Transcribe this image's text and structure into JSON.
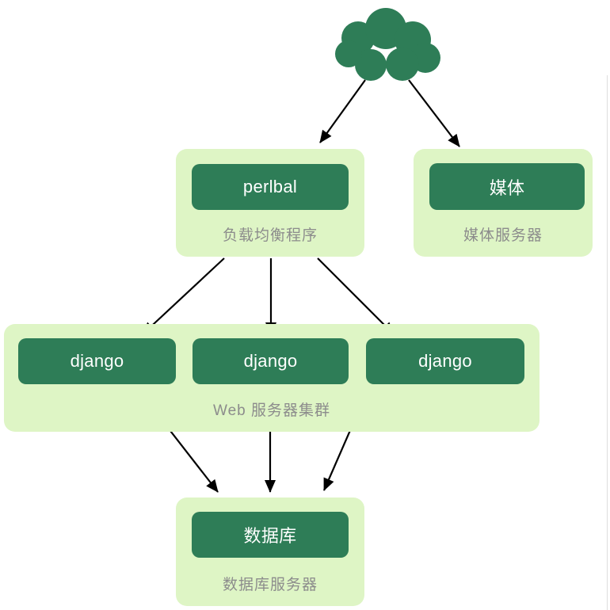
{
  "colors": {
    "node_fill": "#2e7d57",
    "group_fill": "#def5c5",
    "node_text": "#ffffff",
    "caption_text": "#8c8c8c",
    "arrow": "#000000"
  },
  "icons": {
    "cloud": "cloud-icon"
  },
  "nodes": {
    "perlbal": "perlbal",
    "media": "媒体",
    "django1": "django",
    "django2": "django",
    "django3": "django",
    "database": "数据库"
  },
  "captions": {
    "load_balancer": "负载均衡程序",
    "media_server": "媒体服务器",
    "web_cluster": "Web 服务器集群",
    "database_server": "数据库服务器"
  },
  "edges": [
    {
      "from": "cloud",
      "to": "perlbal"
    },
    {
      "from": "cloud",
      "to": "media"
    },
    {
      "from": "perlbal",
      "to": "django1"
    },
    {
      "from": "perlbal",
      "to": "django2"
    },
    {
      "from": "perlbal",
      "to": "django3"
    },
    {
      "from": "django1",
      "to": "database"
    },
    {
      "from": "django2",
      "to": "database"
    },
    {
      "from": "django3",
      "to": "database"
    }
  ]
}
